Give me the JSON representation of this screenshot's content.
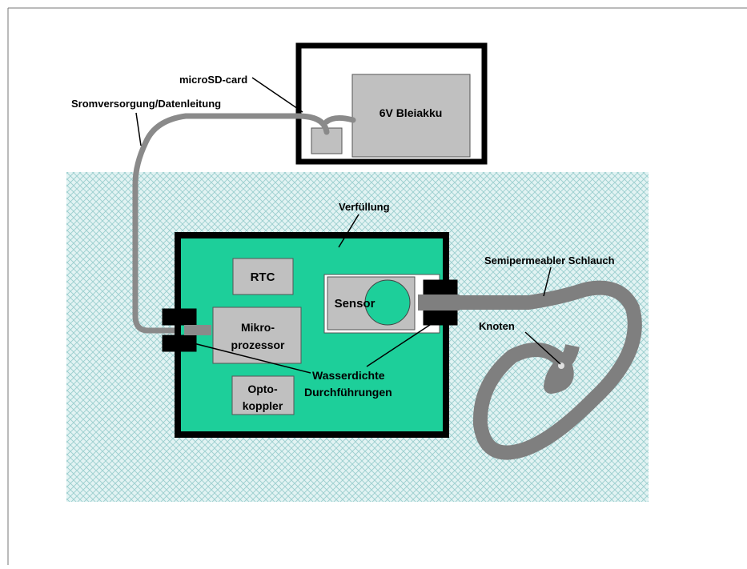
{
  "labels": {
    "microsd": "microSD-card",
    "power_data": "Sromversorgung/Datenleitung",
    "battery": "6V Bleiakku",
    "fill": "Verfüllung",
    "rtc": "RTC",
    "sensor": "Sensor",
    "mcu_line1": "Mikro-",
    "mcu_line2": "prozessor",
    "opto_line1": "Opto-",
    "opto_line2": "koppler",
    "feedthrough_line1": "Wasserdichte",
    "feedthrough_line2": "Durchführungen",
    "tube": "Semipermeabler Schlauch",
    "knot": "Knoten"
  },
  "colors": {
    "water_bg": "#e2f3f3",
    "water_hatch": "#9ccfcf",
    "enclosure_fill": "#1dcf9a",
    "component_fill": "#c0c0c0",
    "cable": "#8a8a8a",
    "tube": "#7f7f7f",
    "sensor_circle": "#1dcf9a",
    "seal": "#000000"
  }
}
